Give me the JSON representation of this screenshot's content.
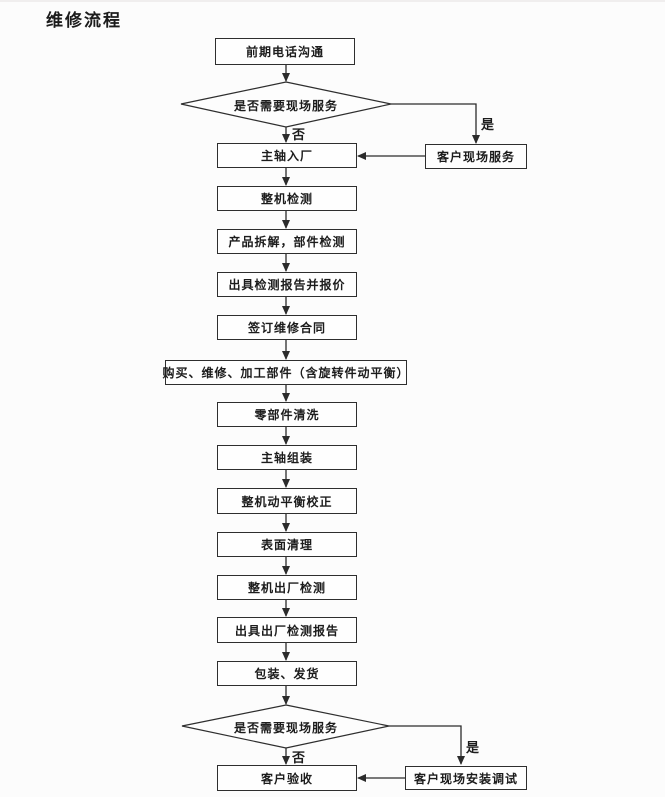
{
  "page": {
    "title": "维修流程"
  },
  "colors": {
    "background": "#fcfcfc",
    "ink": "#1c1c1c",
    "line": "#2b2b2b"
  },
  "flowchart": {
    "nodes": {
      "phone_contact": {
        "label": "前期电话沟通"
      },
      "spindle_in": {
        "label": "主轴入厂"
      },
      "onsite_service": {
        "label": "客户现场服务"
      },
      "machine_inspect": {
        "label": "整机检测"
      },
      "disassemble": {
        "label": "产品拆解，部件检测"
      },
      "report_quote": {
        "label": "出具检测报告并报价"
      },
      "contract": {
        "label": "签订维修合同"
      },
      "parts_work": {
        "label": "购买、维修、加工部件（含旋转件动平衡）"
      },
      "parts_clean": {
        "label": "零部件清洗"
      },
      "assemble": {
        "label": "主轴组装"
      },
      "balance": {
        "label": "整机动平衡校正"
      },
      "surface": {
        "label": "表面清理"
      },
      "factory_inspect": {
        "label": "整机出厂检测"
      },
      "factory_report": {
        "label": "出具出厂检测报告"
      },
      "pack_ship": {
        "label": "包装、发货"
      },
      "acceptance": {
        "label": "客户验收"
      },
      "onsite_install": {
        "label": "客户现场安装调试"
      }
    },
    "decisions": {
      "top": {
        "label": "是否需要现场服务"
      },
      "bottom": {
        "label": "是否需要现场服务"
      }
    },
    "edge_labels": {
      "top_no": "否",
      "top_yes": "是",
      "bottom_no": "否",
      "bottom_yes": "是"
    }
  }
}
